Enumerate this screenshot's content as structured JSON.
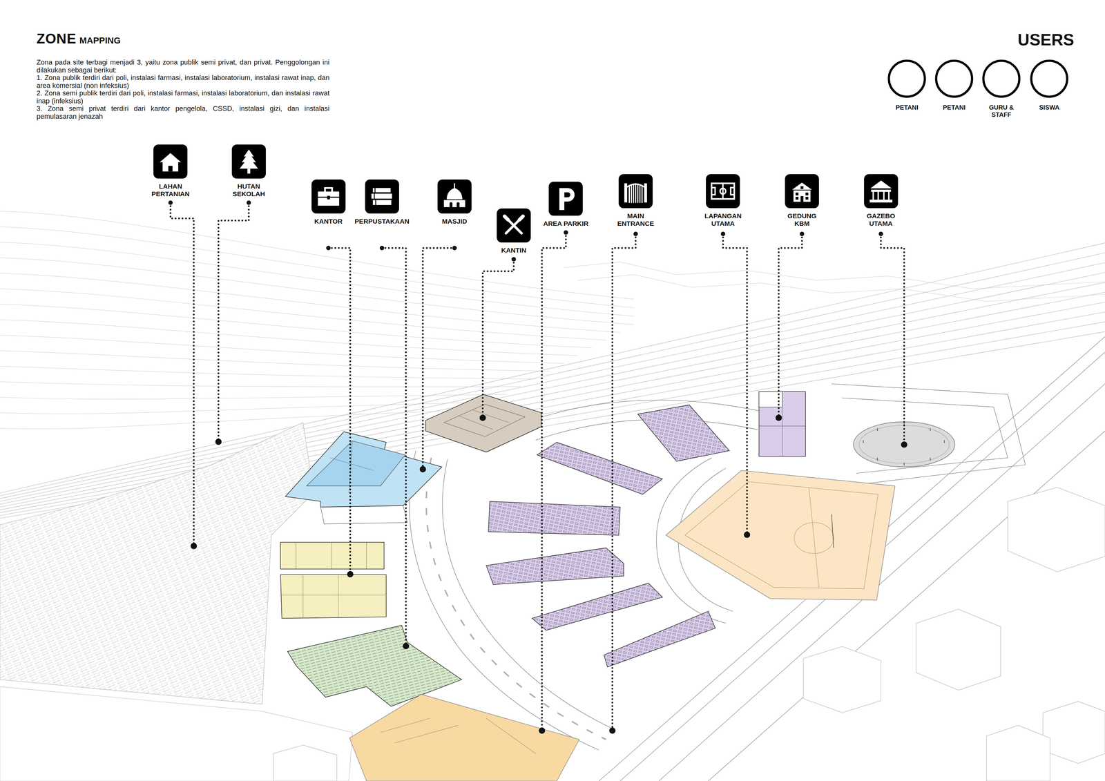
{
  "diagram": {
    "title": "ZONE",
    "nodes": [
      {
        "text": [
          "PETANI"
        ]
      },
      {
        "text": [
          "PETANI"
        ]
      },
      {
        "text": [
          "GURU & STAFF"
        ]
      },
      {
        "text": [
          "SISWA"
        ]
      },
      {
        "text": [
          "LAHAN PERTANIAN"
        ]
      },
      {
        "text": [
          "HUTAN SEKOLAH"
        ]
      },
      {
        "text": [
          "KANTOR"
        ]
      },
      {
        "text": [
          "PERPUSTAKAAN"
        ]
      },
      {
        "text": [
          "MASJID"
        ]
      },
      {
        "text": [
          "KANTIN"
        ]
      },
      {
        "text": [
          "AREA PARKIR"
        ]
      },
      {
        "text": [
          "MAIN ENTRANCE"
        ]
      },
      {
        "text": [
          "LAPANGAN UTAMA"
        ]
      },
      {
        "text": [
          "GEDUNG KBM"
        ]
      },
      {
        "text": [
          "GAZEBO UTAMA"
        ]
      }
    ],
    "labels": [
      "MAPPING",
      "Zona pada site terbagi menjadi 3, yaitu zona publik semi privat, dan privat. Penggolongan ini dilakukan sebagai berikut:",
      "1. Zona publik terdiri dari poli, instalasi farmasi, instalasi laboratorium, instalasi rawat inap, dan area komersial (non infeksius)",
      "2. Zona semi publik terdiri dari poli, instalasi farmasi, instalasi laboratorium, dan instalasi rawat inap (infeksius)",
      "3. Zona semi privat terdiri dari kantor pengelola, CSSD, instalasi gizi, dan instalasi pemulasaran jenazah",
      "USERS"
    ]
  }
}
